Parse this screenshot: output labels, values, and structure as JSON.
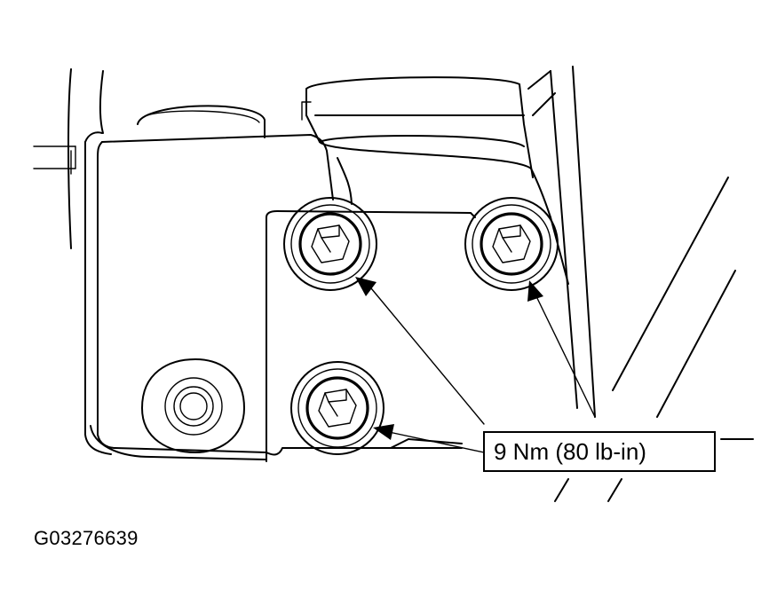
{
  "diagram": {
    "callout": {
      "label": "9 Nm (80 lb-in)"
    },
    "figure_id": "G03276639",
    "fasteners": [
      {
        "name": "upper-left bolt"
      },
      {
        "name": "upper-right bolt"
      },
      {
        "name": "lower bolt"
      }
    ],
    "line_color": "#000000",
    "background_color": "#ffffff"
  }
}
